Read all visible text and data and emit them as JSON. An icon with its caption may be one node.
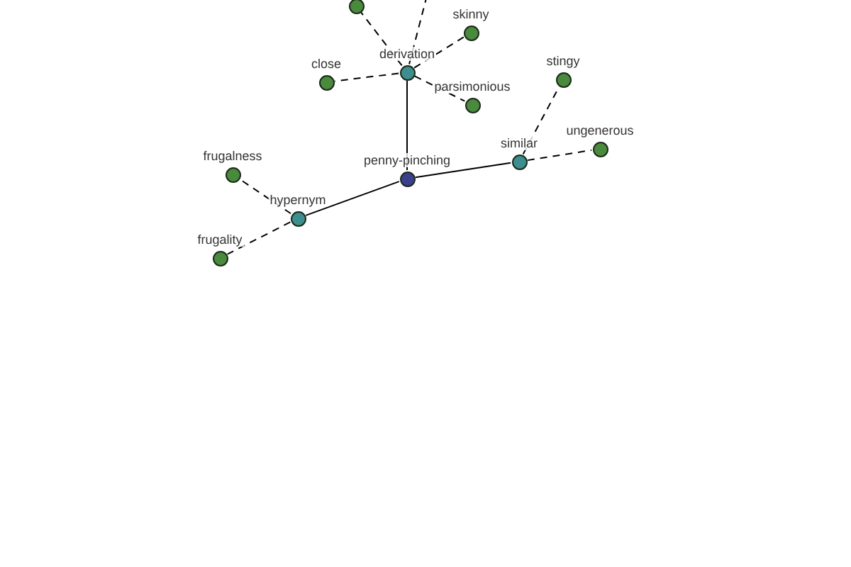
{
  "diagram": {
    "nodes": [
      {
        "text": [
          "penny-pinching"
        ]
      },
      {
        "text": [
          "derivation"
        ]
      },
      {
        "text": [
          "hypernym"
        ]
      },
      {
        "text": [
          "similar"
        ]
      },
      {
        "text": [],
        "shape": "circle"
      },
      {
        "text": [
          "skinny"
        ]
      },
      {
        "text": [
          "close"
        ]
      },
      {
        "text": [
          "parsimonious"
        ]
      },
      {
        "text": [
          "frugalness"
        ]
      },
      {
        "text": [
          "frugality"
        ]
      },
      {
        "text": [
          "stingy"
        ]
      },
      {
        "text": [
          "ungenerous"
        ]
      }
    ],
    "edges": [
      {
        "from": 0,
        "to": 1,
        "arrow": "none"
      },
      {
        "from": 0,
        "to": 2,
        "arrow": "none"
      },
      {
        "from": 0,
        "to": 3,
        "arrow": "none"
      },
      {
        "from": 1,
        "to": 4,
        "arrow": "none",
        "style": "dashed"
      },
      {
        "from": null,
        "to": 1,
        "arrow": "none",
        "style": "dashed"
      },
      {
        "from": 1,
        "to": 5,
        "arrow": "none",
        "style": "dashed"
      },
      {
        "from": 1,
        "to": 6,
        "arrow": "none",
        "style": "dashed"
      },
      {
        "from": 1,
        "to": 7,
        "arrow": "none",
        "style": "dashed"
      },
      {
        "from": 2,
        "to": 8,
        "arrow": "none",
        "style": "dashed"
      },
      {
        "from": 2,
        "to": 9,
        "arrow": "none",
        "style": "dashed"
      },
      {
        "from": 3,
        "to": 10,
        "arrow": "none",
        "style": "dashed"
      },
      {
        "from": 3,
        "to": 11,
        "arrow": "none",
        "style": "dashed"
      }
    ]
  }
}
